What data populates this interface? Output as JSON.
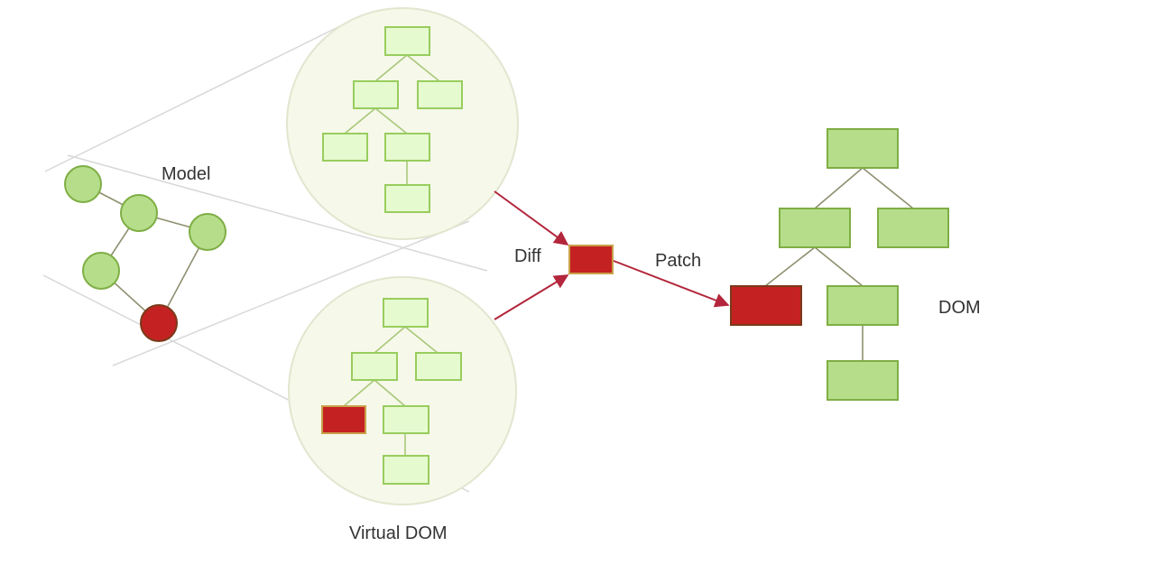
{
  "labels": {
    "model": "Model",
    "diff": "Diff",
    "patch": "Patch",
    "dom": "DOM",
    "virtual_dom": "Virtual DOM"
  },
  "colors": {
    "green_fill": "#b6de8a",
    "green_stroke": "#7fae45",
    "light_fill": "#e6fad0",
    "light_stroke": "#98cd5e",
    "red_fill": "#c42222",
    "red_stroke": "#7a3a1a",
    "bubble_fill": "#f6f8e9",
    "bubble_stroke": "#e2e6cf",
    "arrow": "#b3263b"
  }
}
